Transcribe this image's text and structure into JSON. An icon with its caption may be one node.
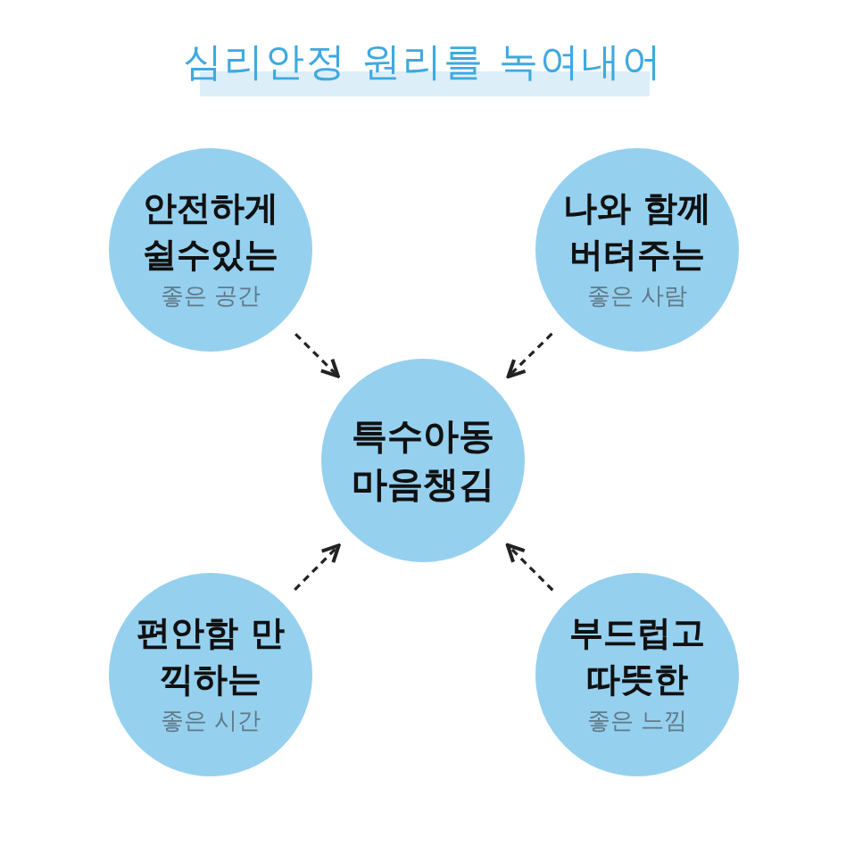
{
  "diagram": {
    "title": "심리안정 원리를 녹여내어",
    "nodes": [
      {
        "text": [
          "안전하게 쉴수있는",
          "좋은 공간"
        ]
      },
      {
        "text": [
          "나와 함께 버텨주는",
          "좋은 사람"
        ]
      },
      {
        "text": [
          "특수아동 마음챙김"
        ]
      },
      {
        "text": [
          "편안함 만끽하는",
          "좋은 시간"
        ]
      },
      {
        "text": [
          "부드럽고 따뜻한",
          "좋은 느낌"
        ]
      }
    ],
    "edges": [
      {
        "from": 0,
        "to": 2,
        "arrow": "to",
        "style": "dashed"
      },
      {
        "from": 1,
        "to": 2,
        "arrow": "to",
        "style": "dashed"
      },
      {
        "from": 3,
        "to": 2,
        "arrow": "to",
        "style": "dashed"
      },
      {
        "from": 4,
        "to": 2,
        "arrow": "to",
        "style": "dashed"
      }
    ]
  }
}
